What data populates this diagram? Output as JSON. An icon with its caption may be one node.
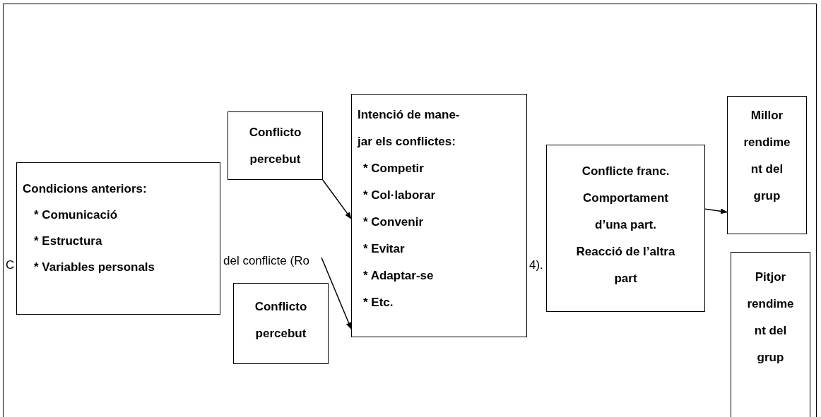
{
  "diagram": {
    "nodes": [
      {
        "text": [
          "Condicions anteriors:",
          "* Comunicació",
          "* Estructura",
          "* Variables personals"
        ]
      },
      {
        "text": [
          "Conflicto percebut"
        ]
      },
      {
        "text": [
          "Conflicto percebut"
        ]
      },
      {
        "text": [
          "Intenció de mane-jar els conflictes:",
          "* Competir",
          "* Col·laborar",
          "* Convenir",
          "* Evitar",
          "* Adaptar-se",
          "* Etc."
        ]
      },
      {
        "text": [
          "Conflicte franc.",
          "Comportament d’una part.",
          "Reacció de l’altra part"
        ]
      },
      {
        "text": [
          "Millor rendiment del grup"
        ]
      },
      {
        "text": [
          "Pitjor rendiment del grup"
        ]
      }
    ],
    "edges": [
      {
        "from": 1,
        "to": 3,
        "arrow": "to"
      },
      {
        "from": null,
        "to": 3,
        "arrow": "to"
      },
      {
        "from": 4,
        "to": 5,
        "arrow": "to"
      }
    ],
    "labels": [
      "C",
      "del conflicte (Ro",
      "4)."
    ]
  }
}
